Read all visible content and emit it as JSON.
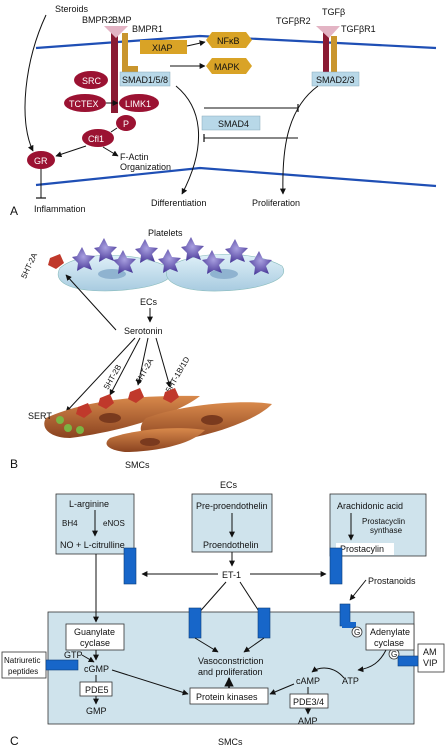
{
  "panelA": {
    "panel_label": "A",
    "steroids": "Steroids",
    "bmpr2": "BMPR2",
    "bmp": "BMP",
    "bmpr1": "BMPR1",
    "tgfbr2": "TGFβR2",
    "tgfb": "TGFβ",
    "tgfbr1": "TGFβR1",
    "xiap": "XIAP",
    "nfkb": "NFκB",
    "mapk": "MAPK",
    "smad158": "SMAD1/5/8",
    "smad23": "SMAD2/3",
    "smad4": "SMAD4",
    "src": "SRC",
    "tctex": "TCTEX",
    "limk1": "LIMK1",
    "p": "P",
    "cfl1": "Cfl1",
    "gr": "GR",
    "factin1": "F-Actin",
    "factin2": "Organization",
    "inflammation": "Inflammation",
    "differentiation": "Differentiation",
    "proliferation": "Proliferation"
  },
  "panelB": {
    "panel_label": "B",
    "platelets": "Platelets",
    "receptor_top": "5HT-2A",
    "ecs": "ECs",
    "serotonin": "Serotonin",
    "r_2b": "5HT-2B",
    "r_2a": "5HT-2A",
    "r_1b1d": "5HT-1B/1D",
    "sert": "SERT",
    "smcs": "SMCs"
  },
  "panelC": {
    "panel_label": "C",
    "ecs": "ECs",
    "l_arginine": "L-arginine",
    "bh4": "BH4",
    "enos": "eNOS",
    "no_citrulline": "NO + L-citrulline",
    "pre_proendothelin": "Pre-proendothelin",
    "proendothelin": "Proendothelin",
    "arachidonic": "Arachidonic acid",
    "prostacyclin_synthase_1": "Prostacyclin",
    "prostacyclin_synthase_2": "synthase",
    "prostacyclin": "Prostacylin",
    "et1": "ET-1",
    "prostanoids": "Prostanoids",
    "guanylate_1": "Guanylate",
    "guanylate_2": "cyclase",
    "adenylate_1": "Adenylate",
    "adenylate_2": "cyclase",
    "am_vip_1": "AM",
    "am_vip_2": "VIP",
    "natriuretic_1": "Natriuretic",
    "natriuretic_2": "peptides",
    "gtp": "GTP",
    "cgmp": "cGMP",
    "pde5": "PDE5",
    "gmp": "GMP",
    "vaso_1": "Vasoconstriction",
    "vaso_2": "and proliferation",
    "protein_kinases": "Protein kinases",
    "camp": "cAMP",
    "atp": "ATP",
    "pde34": "PDE3/4",
    "amp": "AMP",
    "g": "G",
    "smcs": "SMCs"
  },
  "colors": {
    "membrane": "#1f4fb5",
    "receptor_red": "#8a1a33",
    "receptor_gold": "#c9952d",
    "ligand_pink": "#e3b4c4",
    "orange_box": "#d9a326",
    "smad_box": "#b8d8e8",
    "red_ellipse": "#9b1232",
    "cell_fill": "#cfe3ec",
    "blue_receptor": "#1766c9"
  }
}
